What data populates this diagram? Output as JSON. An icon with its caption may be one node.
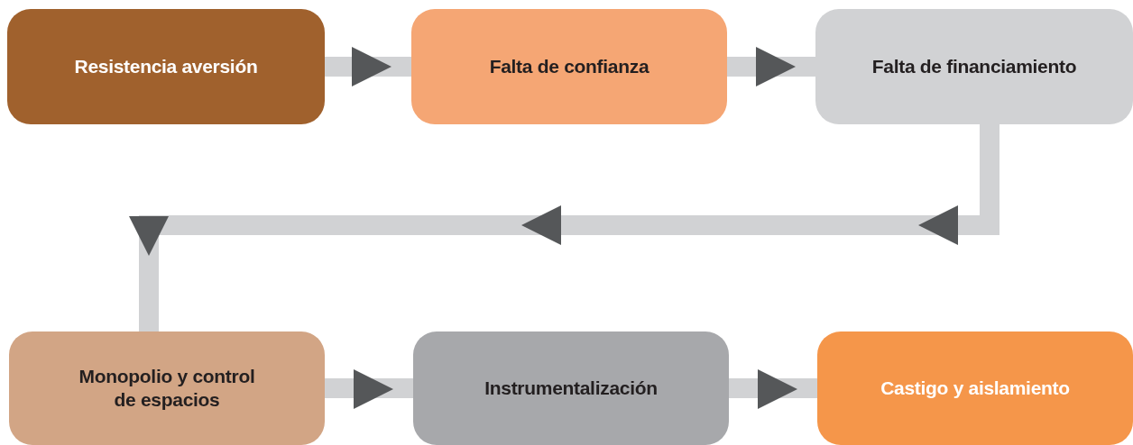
{
  "diagram": {
    "nodes": [
      {
        "text": [
          "Resistencia aversión"
        ]
      },
      {
        "text": [
          "Falta de confianza"
        ]
      },
      {
        "text": [
          "Falta de financiamiento"
        ]
      },
      {
        "text": [
          "Monopolio y control de espacios"
        ]
      },
      {
        "text": [
          "Instrumentalización"
        ]
      },
      {
        "text": [
          "Castigo y aislamiento"
        ]
      }
    ],
    "edges": [
      {
        "from": 0,
        "to": 1,
        "arrow": "to"
      },
      {
        "from": 1,
        "to": 2,
        "arrow": "to"
      },
      {
        "from": 2,
        "to": 3,
        "arrow": "to"
      },
      {
        "from": 3,
        "to": 4,
        "arrow": "to"
      },
      {
        "from": 4,
        "to": 5,
        "arrow": "to"
      }
    ]
  }
}
